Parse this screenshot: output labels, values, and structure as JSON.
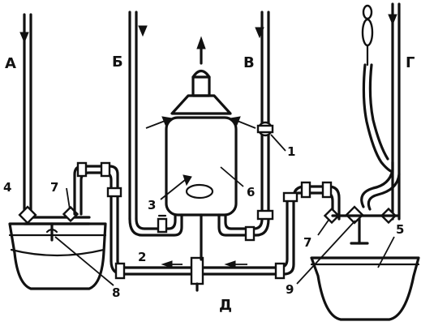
{
  "letters": {
    "a": "А",
    "b": "Б",
    "v": "В",
    "g": "Г",
    "d": "Д"
  },
  "numbers": {
    "n1": "1",
    "n2": "2",
    "n3": "3",
    "n4": "4",
    "n5": "5",
    "n6": "6",
    "n7a": "7",
    "n7b": "7",
    "n8": "8",
    "n9": "9"
  }
}
